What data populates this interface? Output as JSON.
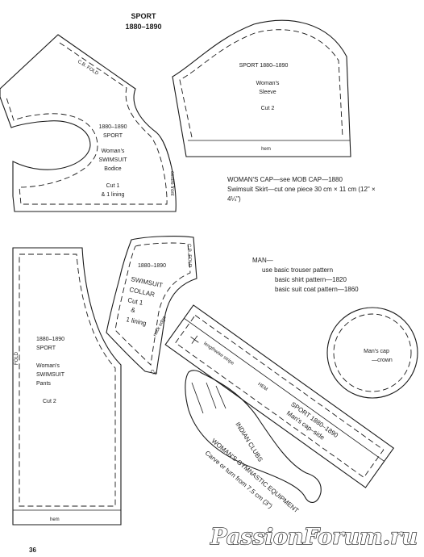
{
  "header": {
    "title": "SPORT",
    "subtitle": "1880–1890"
  },
  "bodice": {
    "fold": "C.B. FOLD",
    "line1": "1880–1890",
    "line2": "SPORT",
    "line3": "Woman's",
    "line4": "SWIMSUIT",
    "line5": "Bodice",
    "line6": "Cut 1",
    "line7": "& 1 lining",
    "centre": "centre front"
  },
  "sleeve": {
    "line1": "SPORT  1880–1890",
    "line2": "Woman's",
    "line3": "Sleeve",
    "line4": "Cut 2",
    "hem": "hem"
  },
  "notes": {
    "cap": "WOMAN'S CAP—see MOB CAP—1880",
    "skirt1": "Swimsuit Skirt—cut one piece 30 cm × 11 cm (12\" ×",
    "skirt2": "4¼\")"
  },
  "collar": {
    "line1": "1880–1890",
    "fold": "C.B. FOLD",
    "line2": "SWIMSUIT",
    "line3": "COLLAR",
    "line4": "Cut 1",
    "line5": "&",
    "line6": "1 lining",
    "neck": "neck edge",
    "cf": "CF"
  },
  "man": {
    "line1": "MAN—",
    "line2": "use basic trouser pattern",
    "line3": "basic shirt pattern—1820",
    "line4": "basic suit coat pattern—1860"
  },
  "crown": {
    "line1": "Man's cap",
    "line2": "—crown"
  },
  "pants": {
    "fold": "FOLD",
    "line1": "1880–1890",
    "line2": "SPORT",
    "line3": "Woman's",
    "line4": "SWIMSUIT",
    "line5": "Pants",
    "line6": "Cut 2",
    "hem": "hem"
  },
  "capside": {
    "stripe": "lengthwise stripe",
    "hem": "HEM",
    "line1": "SPORT  1880–1890",
    "line2": "Man's cap–side"
  },
  "clubs": {
    "label": "INDIAN CLUBS",
    "line1": "WOMAN'S GYMNASTIC EQUIPMENT",
    "line2": "Carve or turn from 7.5 cm (3\")"
  },
  "footer": {
    "page_number": "36"
  },
  "watermark": "PassionForum.ru"
}
